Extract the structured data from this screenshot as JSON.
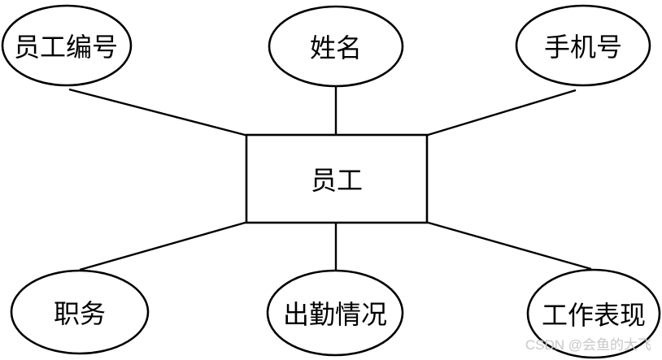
{
  "diagram": {
    "type": "er-diagram",
    "entity": {
      "label": "员工",
      "shape": "rectangle"
    },
    "attributes": [
      {
        "label": "员工编号",
        "shape": "ellipse",
        "position": "top-left"
      },
      {
        "label": "姓名",
        "shape": "ellipse",
        "position": "top-center"
      },
      {
        "label": "手机号",
        "shape": "ellipse",
        "position": "top-right"
      },
      {
        "label": "职务",
        "shape": "ellipse",
        "position": "bottom-left"
      },
      {
        "label": "出勤情况",
        "shape": "ellipse",
        "position": "bottom-center"
      },
      {
        "label": "工作表现",
        "shape": "ellipse",
        "position": "bottom-right"
      }
    ],
    "connections": [
      {
        "from": "员工",
        "to": "员工编号"
      },
      {
        "from": "员工",
        "to": "姓名"
      },
      {
        "from": "员工",
        "to": "手机号"
      },
      {
        "from": "员工",
        "to": "职务"
      },
      {
        "from": "员工",
        "to": "出勤情况"
      },
      {
        "from": "员工",
        "to": "工作表现"
      }
    ],
    "colors": {
      "stroke": "#000000",
      "shape_fill": "#ffffff",
      "text": "#000000",
      "watermark": "#c8c8c8"
    }
  },
  "watermark": {
    "text": "CSDN @会鱼的大飞"
  }
}
